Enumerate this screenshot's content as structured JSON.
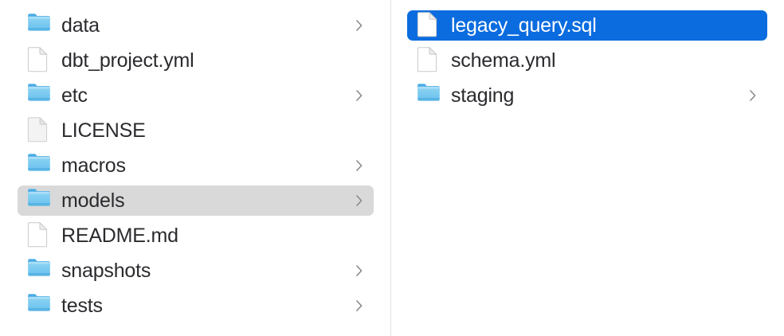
{
  "window": {
    "view_mode": "column",
    "background_color": "#ffffff",
    "divider_color": "#e2e2e4",
    "selection_active_color": "#0a6cdf",
    "selection_inactive_color": "#d9d9d9",
    "text_color": "#2b2b2f",
    "selected_text_color": "#ffffff",
    "chevron_color": "#8a8a8e"
  },
  "columns": [
    {
      "name": "column-1",
      "items": [
        {
          "label": "data",
          "kind": "folder",
          "icon": "folder-icon",
          "has_chevron": true,
          "selected": false,
          "selection": "none"
        },
        {
          "label": "dbt_project.yml",
          "kind": "file",
          "icon": "document-icon",
          "has_chevron": false,
          "selected": false,
          "selection": "none"
        },
        {
          "label": "etc",
          "kind": "folder",
          "icon": "folder-icon",
          "has_chevron": true,
          "selected": false,
          "selection": "none"
        },
        {
          "label": "LICENSE",
          "kind": "file",
          "icon": "document-plain-icon",
          "has_chevron": false,
          "selected": false,
          "selection": "none"
        },
        {
          "label": "macros",
          "kind": "folder",
          "icon": "folder-icon",
          "has_chevron": true,
          "selected": false,
          "selection": "none"
        },
        {
          "label": "models",
          "kind": "folder",
          "icon": "folder-icon",
          "has_chevron": true,
          "selected": true,
          "selection": "inactive"
        },
        {
          "label": "README.md",
          "kind": "file",
          "icon": "document-icon",
          "has_chevron": false,
          "selected": false,
          "selection": "none"
        },
        {
          "label": "snapshots",
          "kind": "folder",
          "icon": "folder-icon",
          "has_chevron": true,
          "selected": false,
          "selection": "none"
        },
        {
          "label": "tests",
          "kind": "folder",
          "icon": "folder-icon",
          "has_chevron": true,
          "selected": false,
          "selection": "none"
        }
      ]
    },
    {
      "name": "column-2",
      "items": [
        {
          "label": "legacy_query.sql",
          "kind": "file",
          "icon": "document-icon",
          "has_chevron": false,
          "selected": true,
          "selection": "active"
        },
        {
          "label": "schema.yml",
          "kind": "file",
          "icon": "document-icon",
          "has_chevron": false,
          "selected": false,
          "selection": "none"
        },
        {
          "label": "staging",
          "kind": "folder",
          "icon": "folder-icon",
          "has_chevron": true,
          "selected": false,
          "selection": "none"
        }
      ]
    }
  ]
}
